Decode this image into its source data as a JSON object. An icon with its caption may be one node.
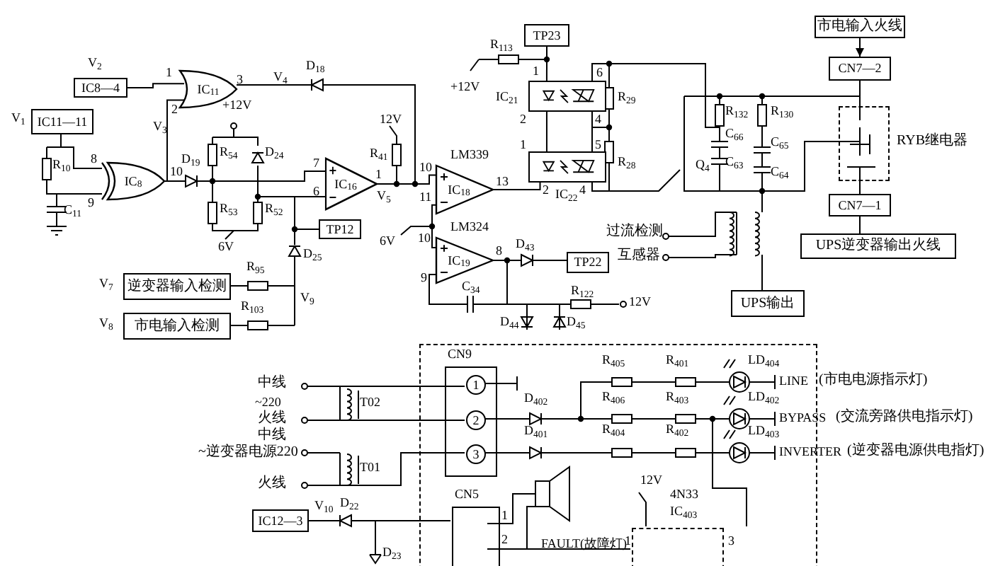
{
  "diagram": {
    "nodes": [
      {
        "text": [
          "IC8—4"
        ]
      },
      {
        "text": [
          "IC$_{11}$"
        ]
      },
      {
        "text": [
          "IC11—11"
        ]
      },
      {
        "text": [
          "IC$_{8}$"
        ]
      },
      {
        "text": [
          "IC$_{16}$"
        ]
      },
      {
        "text": [
          "TP12"
        ]
      },
      {
        "text": [
          "逆变器输入检测"
        ]
      },
      {
        "text": [
          "市电输入检测"
        ]
      },
      {
        "text": [
          "IC$_{18}$"
        ],
        "beside": [
          "LM339"
        ]
      },
      {
        "text": [
          "IC$_{19}$"
        ],
        "beside": [
          "LM324"
        ]
      },
      {
        "text": [
          "TP22"
        ]
      },
      {
        "text": [
          "TP23"
        ]
      },
      {
        "text": [],
        "shape": "box",
        "beside": [
          "IC$_{21}$"
        ]
      },
      {
        "text": [],
        "shape": "box",
        "beside": [
          "IC$_{22}$"
        ]
      },
      {
        "text": [
          "市电输入火线"
        ]
      },
      {
        "text": [
          "CN7—2"
        ]
      },
      {
        "text": [],
        "shape": "box",
        "beside": [
          "RYB继电器"
        ]
      },
      {
        "text": [
          "CN7—1"
        ]
      },
      {
        "text": [
          "UPS逆变器输出火线"
        ]
      },
      {
        "text": [
          "UPS输出"
        ]
      },
      {
        "text": [],
        "shape": "box"
      },
      {
        "text": [
          "CN9"
        ],
        "in": 20
      },
      {
        "text": [
          "1"
        ],
        "in": 21
      },
      {
        "text": [
          "2"
        ],
        "in": 21
      },
      {
        "text": [
          "3"
        ],
        "in": 21
      },
      {
        "text": [
          "CN5"
        ],
        "in": 20
      },
      {
        "text": [
          "IC12—3"
        ]
      },
      {
        "text": [],
        "shape": "box",
        "in": 20,
        "beside": [
          "4N33",
          "IC$_{403}$"
        ]
      }
    ],
    "edges": [
      {
        "from": 0,
        "to": 1,
        "arrow": "none"
      },
      {
        "from": 3,
        "to": 1,
        "arrow": "none"
      },
      {
        "from": 4,
        "to": 8,
        "arrow": "none"
      },
      {
        "from": 8,
        "to": 13,
        "arrow": "none"
      },
      {
        "from": 11,
        "to": 12,
        "arrow": "none"
      },
      {
        "from": 12,
        "to": 13,
        "arrow": "none"
      },
      {
        "from": 14,
        "to": 15,
        "arrow": "to"
      },
      {
        "from": 15,
        "to": 16,
        "arrow": "none"
      },
      {
        "from": 16,
        "to": 17,
        "arrow": "none"
      },
      {
        "from": 17,
        "to": 18,
        "arrow": "none"
      },
      {
        "from": 8,
        "to": 9,
        "arrow": "none"
      },
      {
        "from": 5,
        "to": 4,
        "arrow": "none"
      },
      {
        "from": 2,
        "to": 3,
        "arrow": "none"
      }
    ],
    "labels": [
      "V$_{2}$",
      "1",
      "3",
      "V$_{4}$",
      "D$_{18}$",
      "V$_{1}$",
      "2",
      "V$_{3}$",
      "+12V",
      "R$_{10}$",
      "8",
      "10",
      "D$_{19}$",
      "R$_{54}$",
      "D$_{24}$",
      "12V",
      "R$_{41}$",
      "7",
      "1",
      "9",
      "C$_{11}$",
      "6",
      "V$_{5}$",
      "R$_{53}$",
      "R$_{52}$",
      "6V",
      "6V",
      "D$_{25}$",
      "V$_{7}$",
      "R$_{95}$",
      "V$_{9}$",
      "V$_{8}$",
      "R$_{103}$",
      "10",
      "11",
      "13",
      "10",
      "8",
      "9",
      "C$_{34}$",
      "D$_{43}$",
      "R$_{122}$",
      "12V",
      "D$_{44}$",
      "D$_{45}$",
      "R$_{113}$",
      "+12V",
      "1",
      "6",
      "2",
      "4",
      "R$_{29}$",
      "1",
      "5",
      "R$_{28}$",
      "2",
      "4",
      "Q$_{4}$",
      "R$_{132}$",
      "R$_{130}$",
      "C$_{66}$",
      "C$_{65}$",
      "C$_{63}$",
      "C$_{64}$",
      "过流检测",
      "互感器",
      "中线",
      "~220",
      "火线",
      "中线",
      "~逆变器电源220",
      "火线",
      "T02",
      "T01",
      "V$_{10}$",
      "D$_{22}$",
      "D$_{23}$",
      "R$_{405}$",
      "R$_{401}$",
      "LD$_{404}$",
      "LINE",
      "(市电电源指示灯)",
      "D$_{402}$",
      "R$_{406}$",
      "R$_{403}$",
      "LD$_{402}$",
      "BYPASS",
      "(交流旁路供电指示灯)",
      "D$_{401}$",
      "R$_{404}$",
      "R$_{402}$",
      "LD$_{403}$",
      "INVERTER",
      "(逆变器电源供电指灯)",
      "1",
      "2",
      "12V",
      "FAULT(故障灯)",
      "1",
      "3"
    ]
  }
}
